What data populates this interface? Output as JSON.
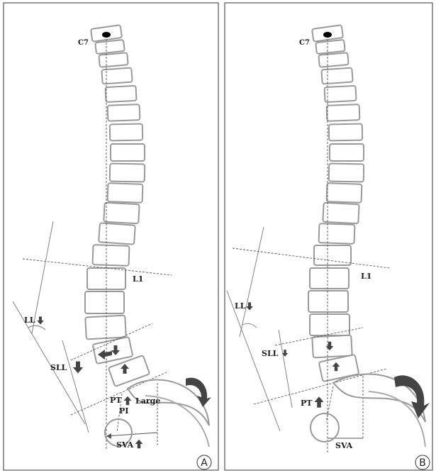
{
  "figure": {
    "panels": [
      {
        "id": "A",
        "letter": "A",
        "labels": {
          "c7": "C7",
          "l1": "L1",
          "ll": "LL",
          "sll": "SLL",
          "pt": "PT",
          "large": "Large",
          "pi": "PI",
          "sva": "SVA"
        },
        "indicators": {
          "ll": "down",
          "sll": "down",
          "pt": "up",
          "sva": "up",
          "l4_l5": "down",
          "l5_s1": "up",
          "pelvic_rotation": "clockwise"
        }
      },
      {
        "id": "B",
        "letter": "B",
        "labels": {
          "c7": "C7",
          "l1": "L1",
          "ll": "LL",
          "sll": "SLL",
          "pt": "PT",
          "sva": "SVA"
        },
        "indicators": {
          "ll": "down",
          "sll": "down",
          "pt": "up",
          "l4_l5": "down",
          "l5_s1": "up",
          "pelvic_rotation": "clockwise"
        }
      }
    ],
    "colors": {
      "bone_outline": "#9a9a9a",
      "arrow": "#444444",
      "line": "#666666",
      "frame": "#555555"
    }
  }
}
